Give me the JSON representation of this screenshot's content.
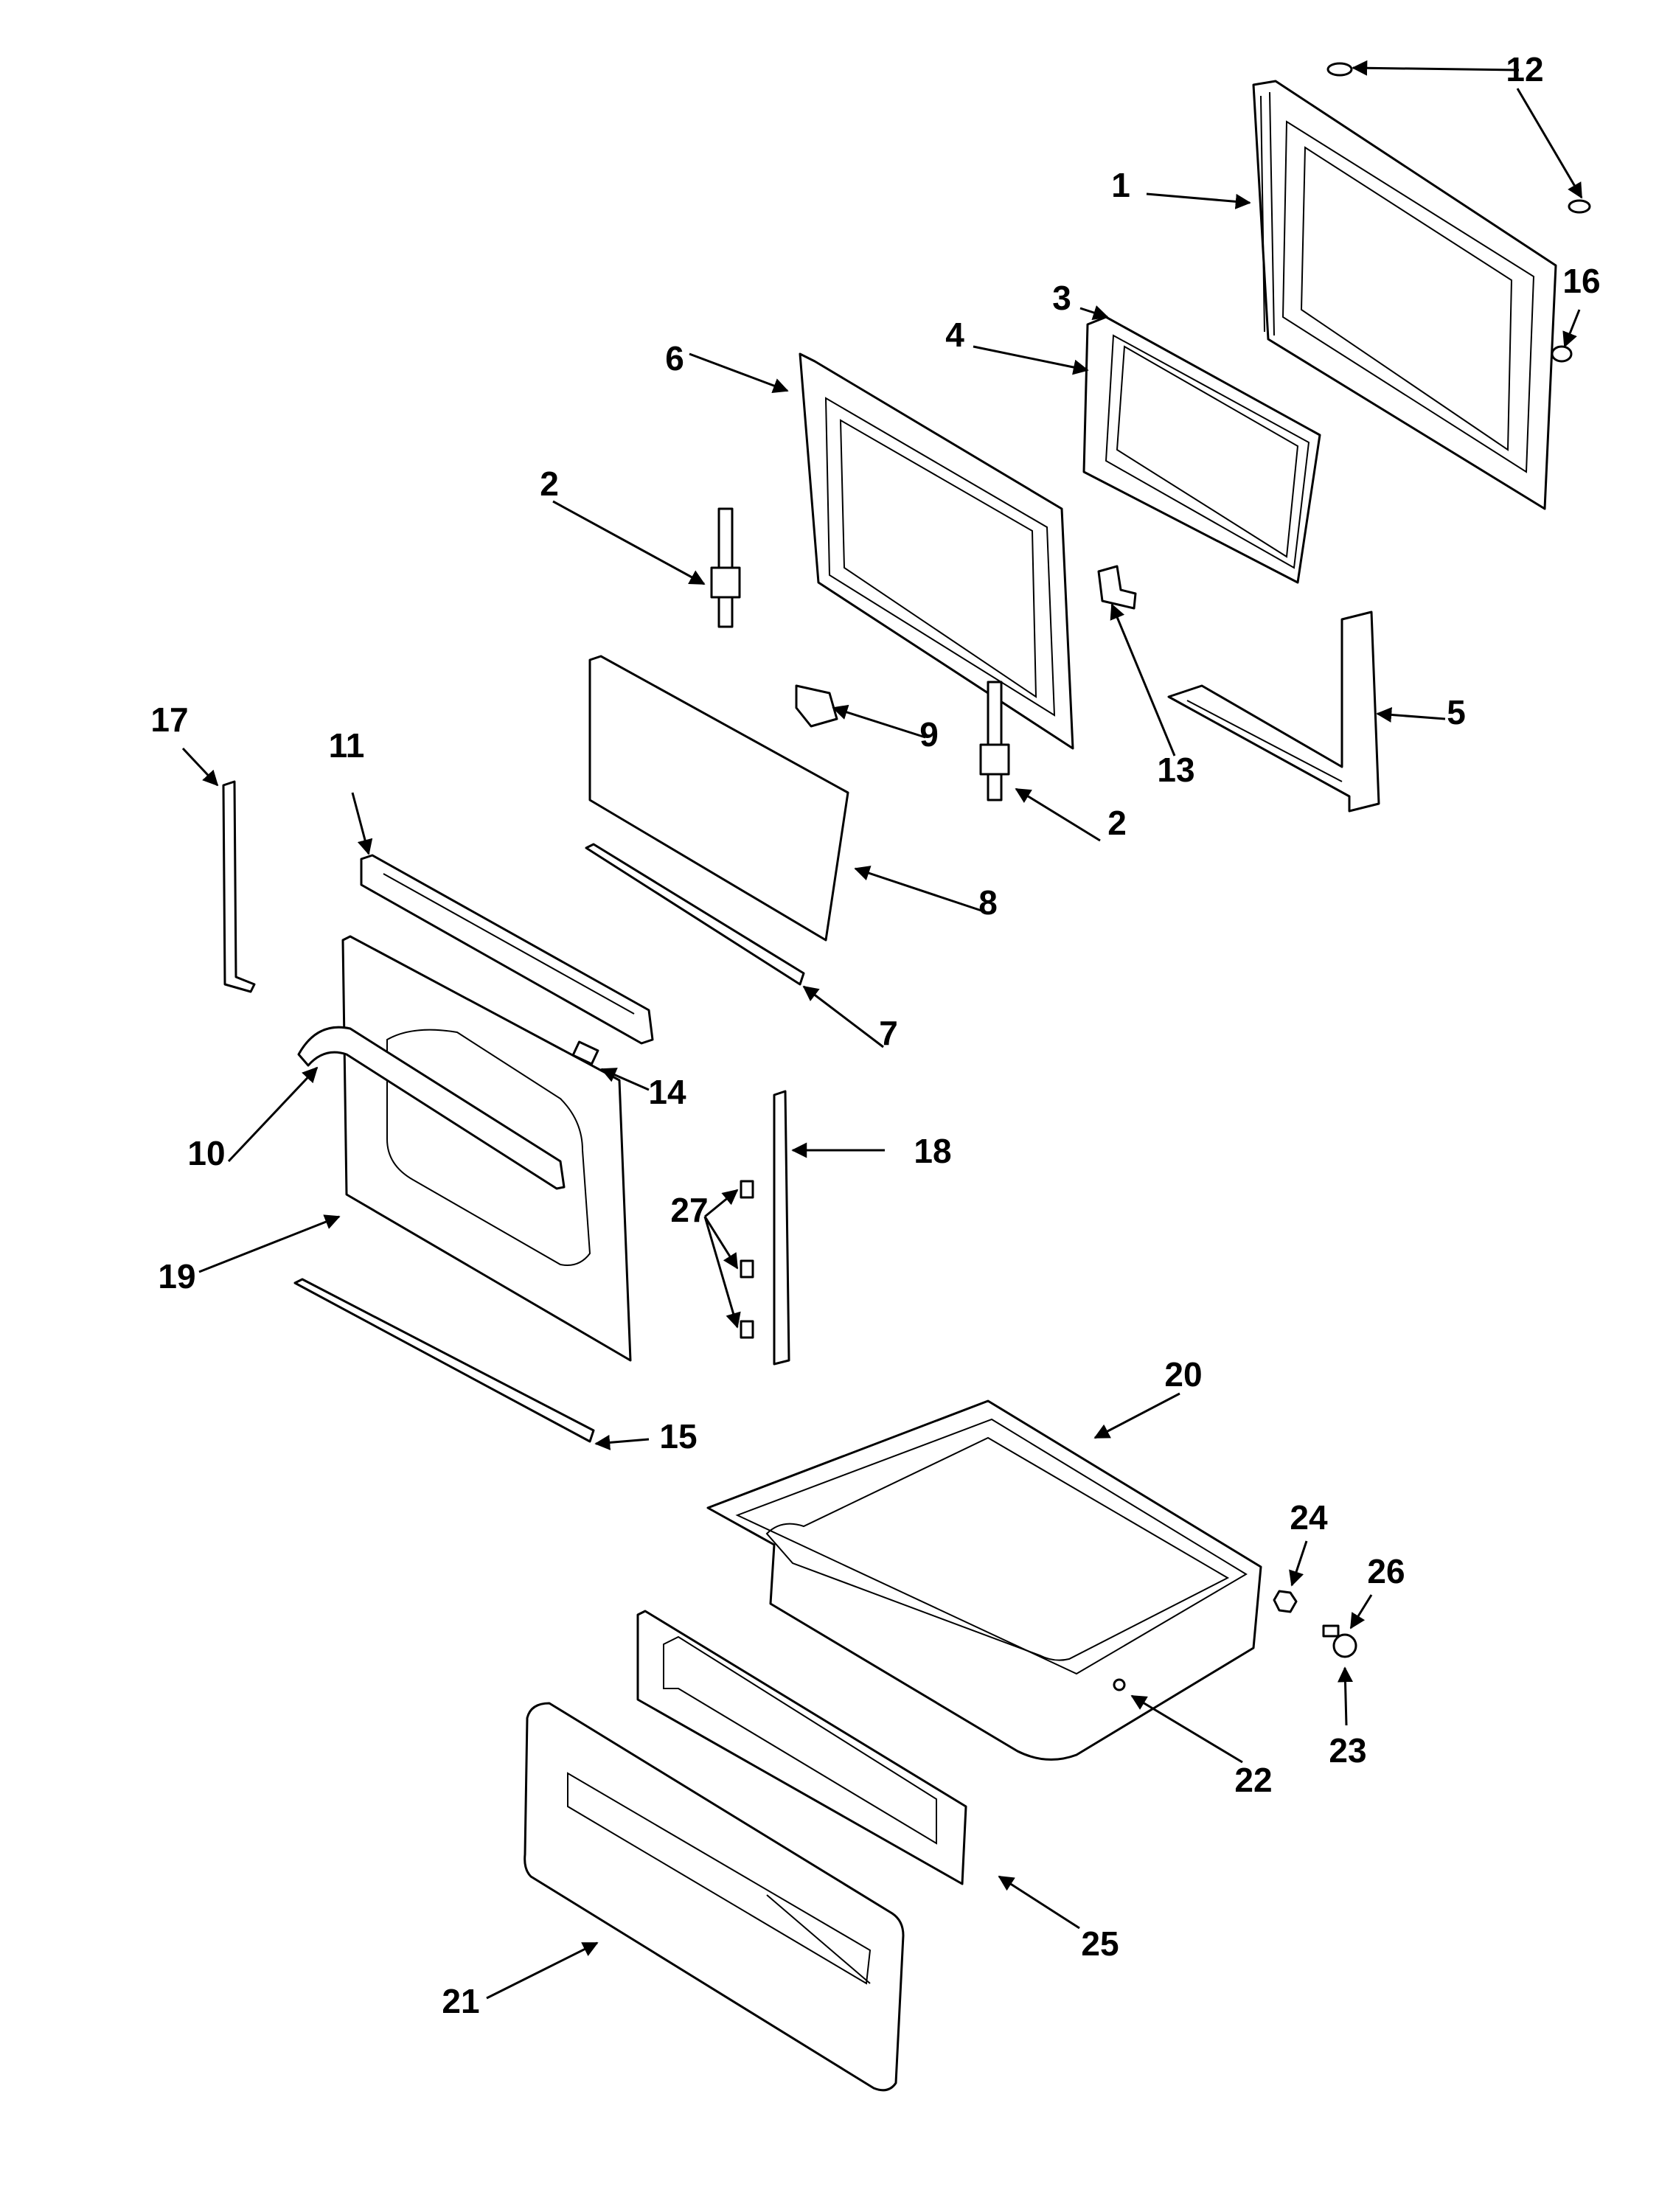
{
  "diagram": {
    "callouts": [
      {
        "id": "1",
        "text": "1"
      },
      {
        "id": "2a",
        "text": "2"
      },
      {
        "id": "2b",
        "text": "2"
      },
      {
        "id": "3",
        "text": "3"
      },
      {
        "id": "4",
        "text": "4"
      },
      {
        "id": "5",
        "text": "5"
      },
      {
        "id": "6",
        "text": "6"
      },
      {
        "id": "7",
        "text": "7"
      },
      {
        "id": "8",
        "text": "8"
      },
      {
        "id": "9",
        "text": "9"
      },
      {
        "id": "10",
        "text": "10"
      },
      {
        "id": "11",
        "text": "11"
      },
      {
        "id": "12",
        "text": "12"
      },
      {
        "id": "13",
        "text": "13"
      },
      {
        "id": "14",
        "text": "14"
      },
      {
        "id": "15",
        "text": "15"
      },
      {
        "id": "16",
        "text": "16"
      },
      {
        "id": "17",
        "text": "17"
      },
      {
        "id": "18",
        "text": "18"
      },
      {
        "id": "19",
        "text": "19"
      },
      {
        "id": "20",
        "text": "20"
      },
      {
        "id": "21",
        "text": "21"
      },
      {
        "id": "22",
        "text": "22"
      },
      {
        "id": "23",
        "text": "23"
      },
      {
        "id": "24",
        "text": "24"
      },
      {
        "id": "25",
        "text": "25"
      },
      {
        "id": "26",
        "text": "26"
      },
      {
        "id": "27",
        "text": "27"
      }
    ]
  }
}
